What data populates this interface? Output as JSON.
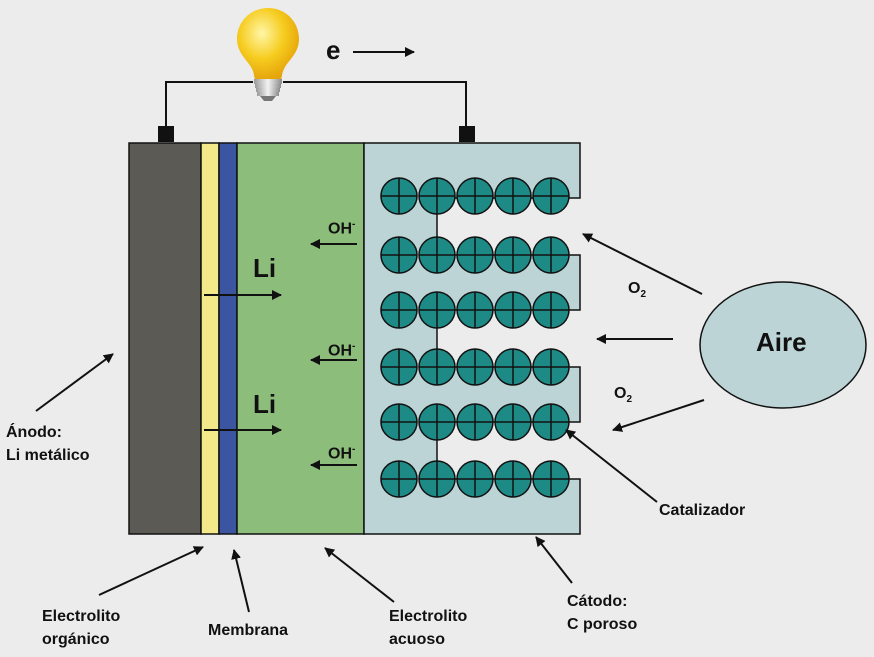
{
  "electron": "e",
  "li_label": "Li",
  "oh": {
    "base": "OH",
    "sup": "-"
  },
  "o2": {
    "base": "O",
    "sub": "2"
  },
  "aire": "Aire",
  "anodo": {
    "line1": "Ánodo:",
    "line2": "Li metálico"
  },
  "electrolito_organico": {
    "line1": "Electrolito",
    "line2": "orgánico"
  },
  "membrana": "Membrana",
  "electrolito_acuoso": {
    "line1": "Electrolito",
    "line2": "acuoso"
  },
  "catodo": {
    "line1": "Cátodo:",
    "line2": "C poroso"
  },
  "catalizador": "Catalizador",
  "colors": {
    "background": "#ececec",
    "anode": "#5b5a55",
    "organic_electrolyte": "#f3e98a",
    "membrane": "#3c55a0",
    "aqueous_electrolyte": "#8dbd7b",
    "cathode": "#bcd4d6",
    "catalyst": "#1e8a86",
    "air": "#bcd4d6",
    "bulb": "#f4c116"
  },
  "icons": [
    "light-bulb-icon",
    "arrow-icon"
  ]
}
